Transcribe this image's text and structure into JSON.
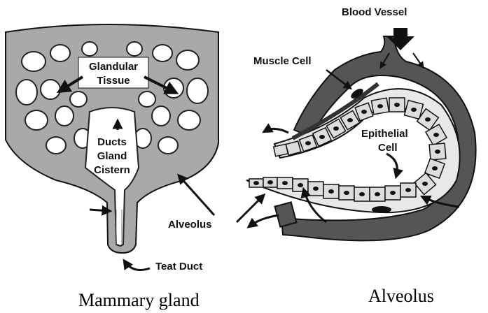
{
  "labels": {
    "blood_vessel": "Blood Vessel",
    "muscle_cell": "Muscle Cell",
    "glandular_1": "Glandular",
    "glandular_2": "Tissue",
    "epithelial_1": "Epithelial",
    "epithelial_2": "Cell",
    "ducts_1": "Ducts",
    "ducts_2": "Gland",
    "ducts_3": "Cistern",
    "alveolus": "Alveolus",
    "teat_duct": "Teat Duct"
  },
  "captions": {
    "left": "Mammary gland",
    "right": "Alveolus"
  },
  "colors": {
    "gland_fill": "#a9a9a9",
    "vessel_fill": "#555555",
    "outline": "#111111",
    "nucleus": "#111111"
  }
}
